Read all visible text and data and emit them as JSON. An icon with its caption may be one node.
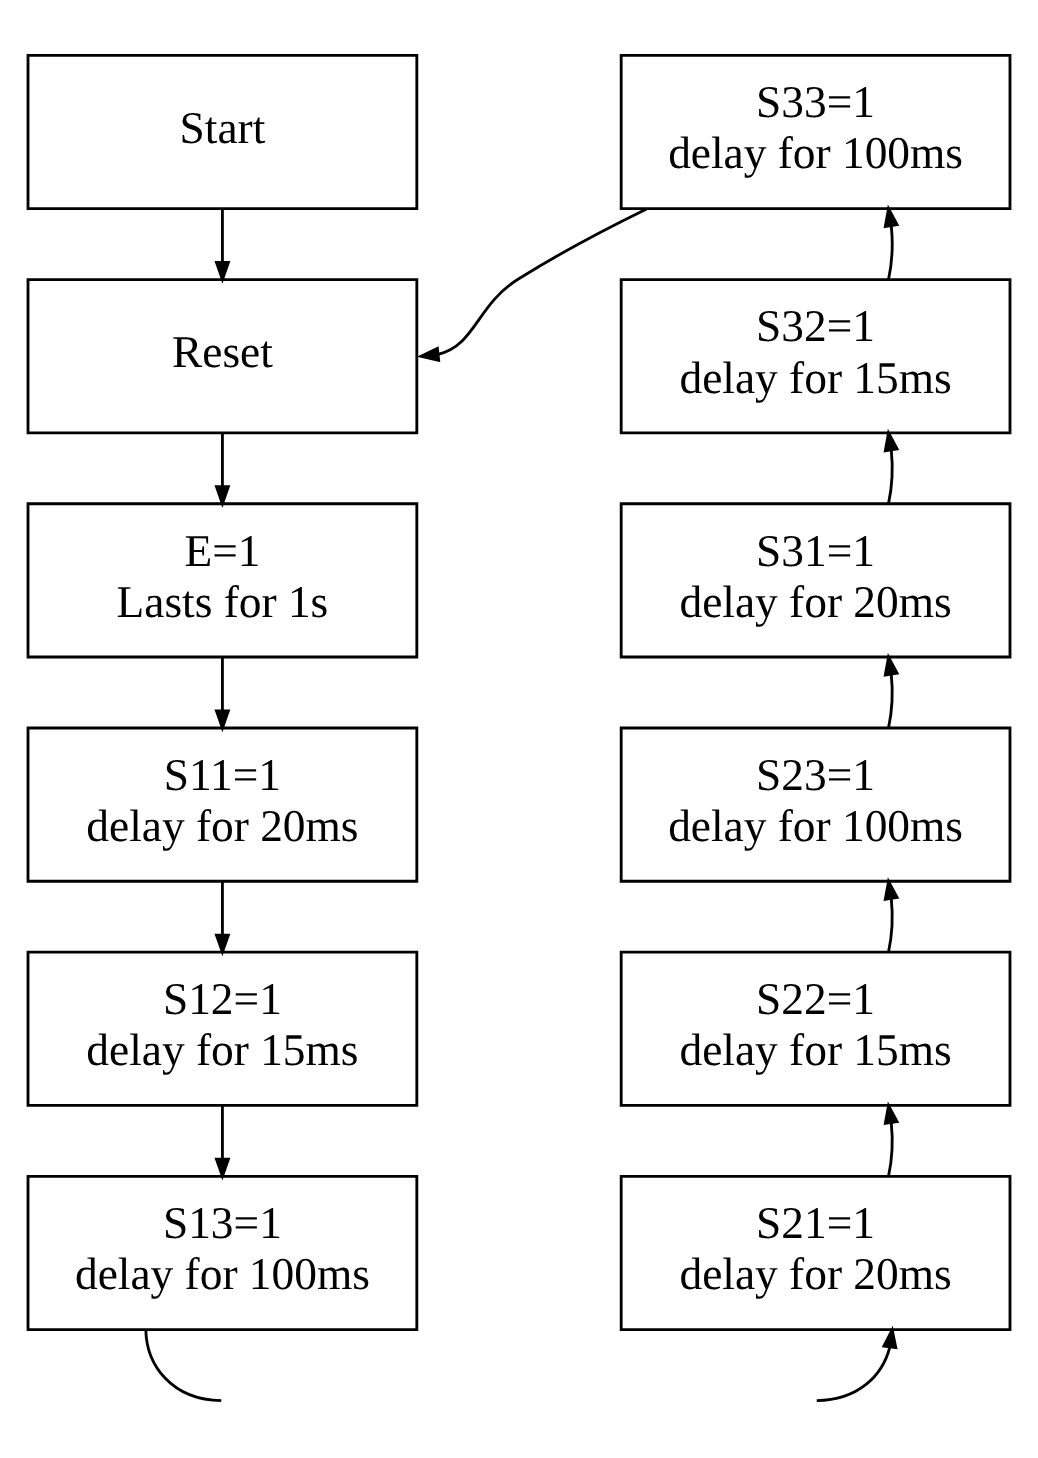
{
  "diagram": {
    "nodes": [
      {
        "text": [
          "Start"
        ]
      },
      {
        "text": [
          "Reset"
        ]
      },
      {
        "text": [
          "E=1",
          "Lasts for 1s"
        ]
      },
      {
        "text": [
          "S11=1",
          "delay for 20ms"
        ]
      },
      {
        "text": [
          "S12=1",
          "delay for 15ms"
        ]
      },
      {
        "text": [
          "S13=1",
          "delay for 100ms"
        ]
      },
      {
        "text": [
          "S33=1",
          "delay for 100ms"
        ]
      },
      {
        "text": [
          "S32=1",
          "delay for 15ms"
        ]
      },
      {
        "text": [
          "S31=1",
          "delay for 20ms"
        ]
      },
      {
        "text": [
          "S23=1",
          "delay for 100ms"
        ]
      },
      {
        "text": [
          "S22=1",
          "delay for 15ms"
        ]
      },
      {
        "text": [
          "S21=1",
          "delay for 20ms"
        ]
      }
    ],
    "edges": [
      {
        "from": 0,
        "to": 1,
        "arrow": "to"
      },
      {
        "from": 1,
        "to": 2,
        "arrow": "to"
      },
      {
        "from": 2,
        "to": 3,
        "arrow": "to"
      },
      {
        "from": 3,
        "to": 4,
        "arrow": "to"
      },
      {
        "from": 4,
        "to": 5,
        "arrow": "to"
      },
      {
        "from": 5,
        "to": null,
        "arrow": "none"
      },
      {
        "from": null,
        "to": 11,
        "arrow": "to"
      },
      {
        "from": 11,
        "to": 10,
        "arrow": "to"
      },
      {
        "from": 10,
        "to": 9,
        "arrow": "to"
      },
      {
        "from": 9,
        "to": 8,
        "arrow": "to"
      },
      {
        "from": 8,
        "to": 7,
        "arrow": "to"
      },
      {
        "from": 7,
        "to": 6,
        "arrow": "to"
      },
      {
        "from": 6,
        "to": 1,
        "arrow": "to"
      }
    ]
  }
}
